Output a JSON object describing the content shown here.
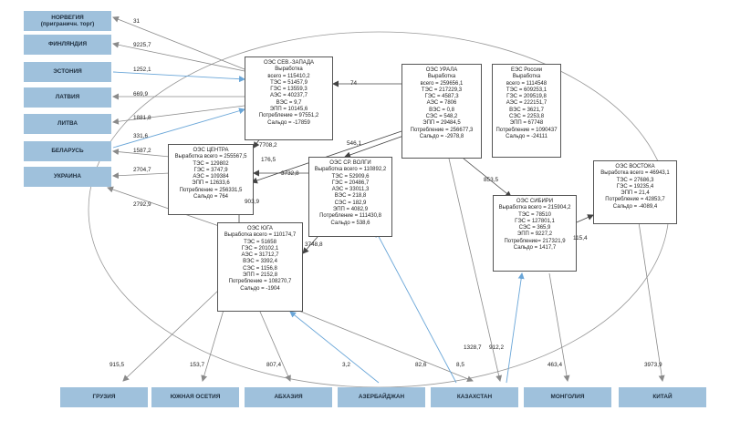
{
  "countries_left": [
    {
      "id": "norway",
      "label": "НОРВЕГИЯ\n(приграничн. торг)"
    },
    {
      "id": "finland",
      "label": "ФИНЛЯНДИЯ"
    },
    {
      "id": "estonia",
      "label": "ЭСТОНИЯ"
    },
    {
      "id": "latvia",
      "label": "ЛАТВИЯ"
    },
    {
      "id": "lithuania",
      "label": "ЛИТВА"
    },
    {
      "id": "belarus",
      "label": "БЕЛАРУСЬ"
    },
    {
      "id": "ukraine",
      "label": "УКРАИНА"
    }
  ],
  "countries_bottom": [
    {
      "id": "georgia",
      "label": "ГРУЗИЯ"
    },
    {
      "id": "south-ossetia",
      "label": "ЮЖНАЯ ОСЕТИЯ"
    },
    {
      "id": "abkhazia",
      "label": "АБХАЗИЯ"
    },
    {
      "id": "azerbaijan",
      "label": "АЗЕРБАЙДЖАН"
    },
    {
      "id": "kazakhstan",
      "label": "КАЗАХСТАН"
    },
    {
      "id": "mongolia",
      "label": "МОНГОЛИЯ"
    },
    {
      "id": "china",
      "label": "КИТАЙ"
    }
  ],
  "nodes": [
    {
      "id": "ees-russia",
      "title": "ЕЭС России",
      "lines": [
        "Выработка",
        "всего = 1114548",
        "ТЭС = 609253,1",
        "ГЭС = 209519,8",
        "АЭС = 222151,7",
        "ВЭС = 3621,7",
        "СЭС = 2253,8",
        "ЭПП = 67748",
        "Потребление = 1090437",
        "Сальдо = -24111"
      ]
    },
    {
      "id": "oes-sev-zapad",
      "title": "ОЭС СЕВ.-ЗАПАДА",
      "lines": [
        "Выработка",
        "всего = 115410,2",
        "ТЭС = 51457,9",
        "ГЭС = 13559,3",
        "АЭС = 40237,7",
        "ВЭС = 9,7",
        "ЭПП = 10145,6",
        "Потребление = 97551,2",
        "Сальдо = -17859"
      ]
    },
    {
      "id": "oes-urala",
      "title": "ОЭС УРАЛА",
      "lines": [
        "Выработка",
        "всего = 259656,1",
        "ТЭС = 217229,3",
        "ГЭС = 4587,3",
        "АЭС = 7806",
        "ВЭС = 0,8",
        "СЭС = 548,2",
        "ЭПП = 29484,5",
        "Потребление = 256677,3",
        "Сальдо = -2978,8"
      ]
    },
    {
      "id": "oes-centra",
      "title": "ОЭС ЦЕНТРА",
      "lines": [
        "Выработка всего = 255567,5",
        "ТЭС = 129802",
        "ГЭС = 3747,9",
        "АЭС = 109384",
        "ЭПП = 12633,6",
        "Потребление = 256331,5",
        "Сальдо = 764"
      ]
    },
    {
      "id": "oes-sr-volgi",
      "title": "ОЭС СР. ВОЛГИ",
      "lines": [
        "Выработка всего = 110892,2",
        "ТЭС = 52909,6",
        "ГЭС = 20486,7",
        "АЭС = 33011,3",
        "ВЭС = 218,8",
        "СЭС = 182,9",
        "ЭПП = 4082,9",
        "Потребление = 111430,8",
        "Сальдо = 538,6"
      ]
    },
    {
      "id": "oes-vostoka",
      "title": "ОЭС ВОСТОКА",
      "lines": [
        "Выработка всего = 46943,1",
        "ТЭС = 27686,3",
        "ГЭС = 19235,4",
        "ЭПП = 21,4",
        "Потребление = 42853,7",
        "Сальдо = -4089,4"
      ]
    },
    {
      "id": "oes-sibiri",
      "title": "ОЭС СИБИРИ",
      "lines": [
        "Выработка всего = 215904,2",
        "ТЭС = 78510",
        "ГЭС = 127801,1",
        "СЭС = 365,9",
        "ЭПП = 9227,2",
        "Потребление= 217321,9",
        "Сальдо = 1417,7"
      ]
    },
    {
      "id": "oes-yuga",
      "title": "ОЭС ЮГА",
      "lines": [
        "Выработка всего = 110174,7",
        "ТЭС = 51658",
        "ГЭС = 20102,1",
        "АЭС = 31712,7",
        "ВЭС = 3392,4",
        "СЭС = 1156,8",
        "ЭПП = 2152,8",
        "Потребление = 108270,7",
        "Сальдо = -1904"
      ]
    }
  ],
  "flow_labels": [
    "31",
    "9225,7",
    "1252,1",
    "669,9",
    "1881,8",
    "331,6",
    "1587,2",
    "2704,7",
    "2792,9",
    "74",
    "7708,2",
    "176,5",
    "546,1",
    "3732,8",
    "903,9",
    "3748,8",
    "853,5",
    "115,4",
    "1328,7",
    "912,2",
    "915,5",
    "153,7",
    "807,4",
    "3,2",
    "82,6",
    "8,5",
    "463,4",
    "3973,9"
  ],
  "colors": {
    "country_box": "#9fc1dc",
    "import_arrow": "#6aa6d8",
    "export_arrow": "#8a8a8a",
    "internal_arrow": "#444444",
    "ellipse": "#999999"
  }
}
